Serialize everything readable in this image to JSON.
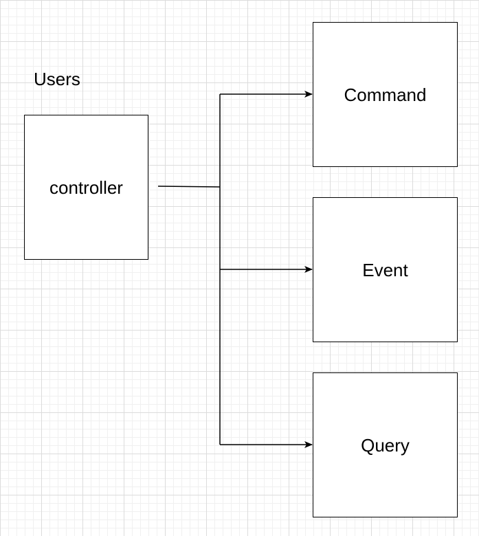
{
  "diagram": {
    "title": "Users",
    "source": {
      "label": "controller"
    },
    "targets": [
      {
        "label": "Command"
      },
      {
        "label": "Event"
      },
      {
        "label": "Query"
      }
    ],
    "colors": {
      "stroke": "#000000",
      "fill": "#ffffff",
      "grid": "#dcdcdc"
    }
  }
}
